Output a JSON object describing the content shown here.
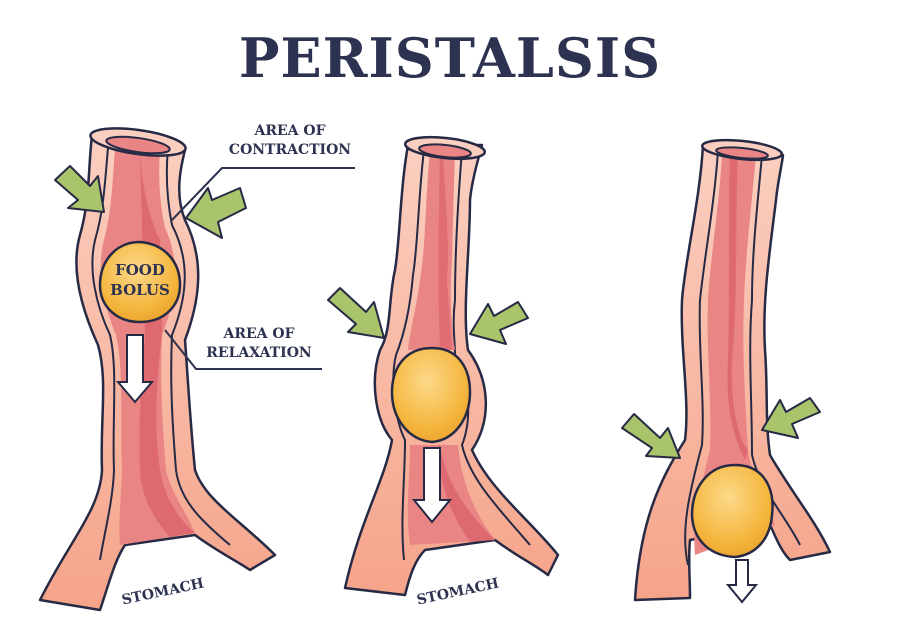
{
  "title": "PERISTALSIS",
  "labels": {
    "area_of_contraction": [
      "AREA OF",
      "CONTRACTION"
    ],
    "area_of_relaxation": [
      "AREA OF",
      "RELAXATION"
    ],
    "food_bolus": [
      "FOOD",
      "BOLUS"
    ],
    "stomach_1": "STOMACH",
    "stomach_2": "STOMACH"
  },
  "panels": [
    {
      "id": "stage-1",
      "description": "Bolus in upper esophagus; contraction above pushes it down",
      "has_label_callouts": true
    },
    {
      "id": "stage-2",
      "description": "Bolus moved to middle; contraction wave follows"
    },
    {
      "id": "stage-3",
      "description": "Bolus at lower end entering stomach"
    }
  ],
  "colors": {
    "title": "#2d3250",
    "outline": "#262a45",
    "outer_wall": "#f5a48a",
    "outer_wall_light": "#fbcfc0",
    "lumen": "#e98585",
    "lumen_dark": "#d95d68",
    "bolus": "#f5b63e",
    "bolus_highlight": "#fbd27a",
    "arrow_green": "#a9c46a"
  }
}
